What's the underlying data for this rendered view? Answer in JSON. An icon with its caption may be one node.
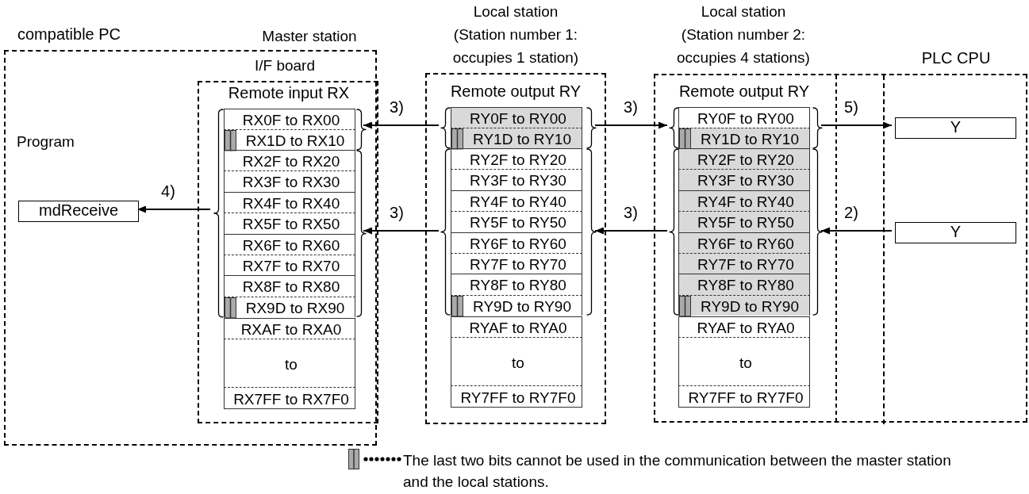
{
  "diagram": {
    "nodes": [
      {
        "text": [
          "compatible PC",
          "Program"
        ]
      },
      {
        "text": [
          "mdReceive"
        ],
        "in": 0
      },
      {
        "text": [
          "Master station",
          "I/F board",
          "Remote input RX"
        ],
        "in": 0
      },
      {
        "text": [],
        "shape": "bracket",
        "in": 2
      },
      {
        "text": [
          "RX0F to RX00",
          "RX1D to RX10"
        ],
        "in": 3
      },
      {
        "text": [
          "RX2F to RX20",
          "RX3F to RX30",
          "RX4F to RX40",
          "RX5F to RX50",
          "RX6F to RX60",
          "RX7F to RX70",
          "RX8F to RX80",
          "RX9D to RX90"
        ],
        "in": 3
      },
      {
        "text": [
          "RXAF to RXA0",
          "to",
          "RX7FF to RX7F0"
        ],
        "in": 2
      },
      {
        "text": [
          "Local station (Station number 1: occupies 1 station)",
          "Remote output RY"
        ]
      },
      {
        "text": [
          "RY0F to RY00",
          "RY1D to RY10"
        ],
        "in": 7
      },
      {
        "text": [
          "RY2F to RY20",
          "RY3F to RY30",
          "RY4F to RY40",
          "RY5F to RY50",
          "RY6F to RY60",
          "RY7F to RY70",
          "RY8F to RY80",
          "RY9D to RY90"
        ],
        "in": 7
      },
      {
        "text": [
          "RYAF to RYA0",
          "to",
          "RY7FF to RY7F0"
        ],
        "in": 7
      },
      {
        "text": [
          "Local station (Station number 2: occupies 4 stations)",
          "Remote output RY"
        ]
      },
      {
        "text": [
          "RY0F to RY00",
          "RY1D to RY10"
        ],
        "in": 11
      },
      {
        "text": [
          "RY2F to RY20",
          "RY3F to RY30",
          "RY4F to RY40",
          "RY5F to RY50",
          "RY6F to RY60",
          "RY7F to RY70",
          "RY8F to RY80",
          "RY9D to RY90"
        ],
        "in": 11
      },
      {
        "text": [
          "RYAF to RYA0",
          "to",
          "RY7FF to RY7F0"
        ],
        "in": 11
      },
      {
        "text": [
          "PLC CPU"
        ],
        "in": 11
      },
      {
        "text": [
          "Y"
        ],
        "in": 15
      },
      {
        "text": [
          "Y"
        ],
        "in": 15
      }
    ],
    "edges": [
      {
        "from": 8,
        "to": 4,
        "arrow": "to",
        "label": "3)"
      },
      {
        "from": 8,
        "to": 12,
        "arrow": "to",
        "label": "3)"
      },
      {
        "from": 12,
        "to": 16,
        "arrow": "to",
        "label": "5)"
      },
      {
        "from": 17,
        "to": 13,
        "arrow": "to",
        "label": "2)"
      },
      {
        "from": 13,
        "to": 9,
        "arrow": "to",
        "label": "3)"
      },
      {
        "from": 9,
        "to": 5,
        "arrow": "to",
        "label": "3)"
      },
      {
        "from": 3,
        "to": 1,
        "arrow": "to",
        "label": "4)"
      }
    ],
    "legend": [
      {
        "text": "The last two bits cannot be used in the communication between the master station and the local stations."
      }
    ]
  }
}
